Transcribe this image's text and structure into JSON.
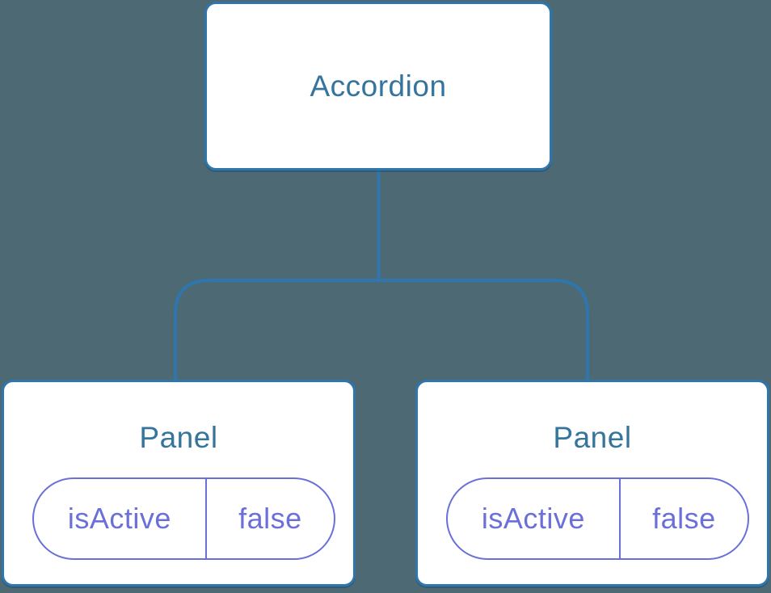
{
  "tree": {
    "root": {
      "label": "Accordion"
    },
    "children": [
      {
        "label": "Panel",
        "state": {
          "name": "isActive",
          "value": "false"
        }
      },
      {
        "label": "Panel",
        "state": {
          "name": "isActive",
          "value": "false"
        }
      }
    ]
  },
  "colors": {
    "background": "#4D6973",
    "connector": "#2E76AD",
    "node_border": "#2E76AD",
    "node_fill": "#FFFFFF",
    "node_text": "#35749C",
    "state_accent": "#6B6FD8"
  }
}
